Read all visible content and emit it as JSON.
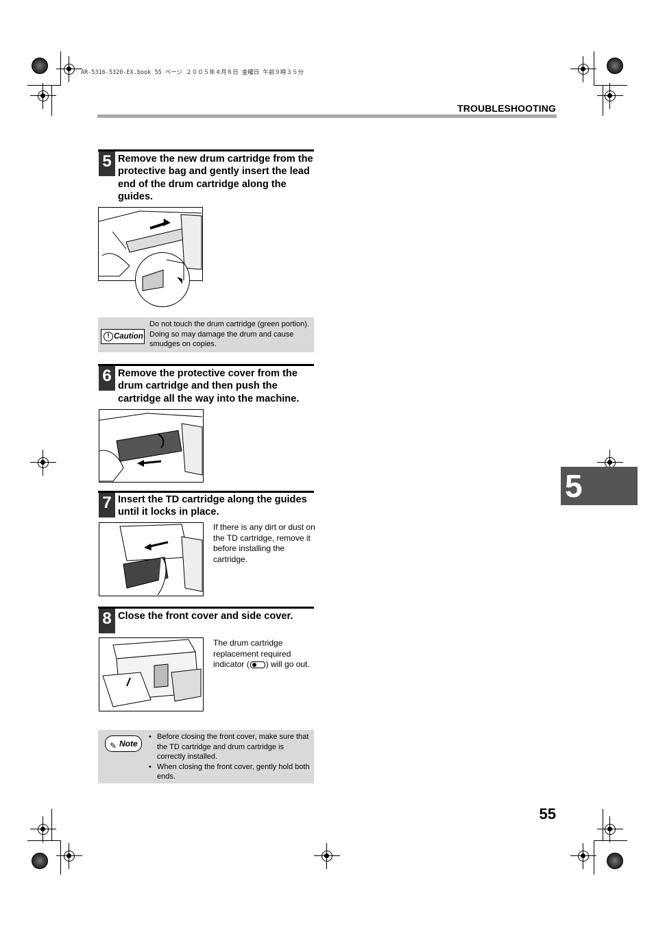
{
  "file_info": "AR-5316-5320-EX.book  55 ページ  ２００５年４月８日  金曜日  午前９時３５分",
  "header": {
    "title": "TROUBLESHOOTING"
  },
  "chapter_tab": {
    "number": "5"
  },
  "steps": [
    {
      "number": "5",
      "text": "Remove the new drum cartridge from the protective bag and gently insert the lead end of the drum cartridge along the guides."
    },
    {
      "number": "6",
      "text": "Remove the protective cover from the drum cartridge and then push the cartridge all the way into the machine."
    },
    {
      "number": "7",
      "text": "Insert the TD cartridge along the guides until it locks in place.",
      "side_text": "If there is any dirt or dust on the TD cartridge, remove it before installing the cartridge."
    },
    {
      "number": "8",
      "text": "Close the front cover and side cover.",
      "side_text_before": "The drum cartridge replacement required indicator (",
      "side_text_after": ") will go out."
    }
  ],
  "caution": {
    "label": "Caution",
    "text": "Do not touch the drum cartridge (green portion). Doing so may damage the drum and cause smudges on copies."
  },
  "note": {
    "label": "Note",
    "items": [
      "Before closing the front cover, make sure that the TD cartridge and drum cartridge is correctly installed.",
      "When closing the front cover, gently hold both ends."
    ]
  },
  "page_number": "55"
}
